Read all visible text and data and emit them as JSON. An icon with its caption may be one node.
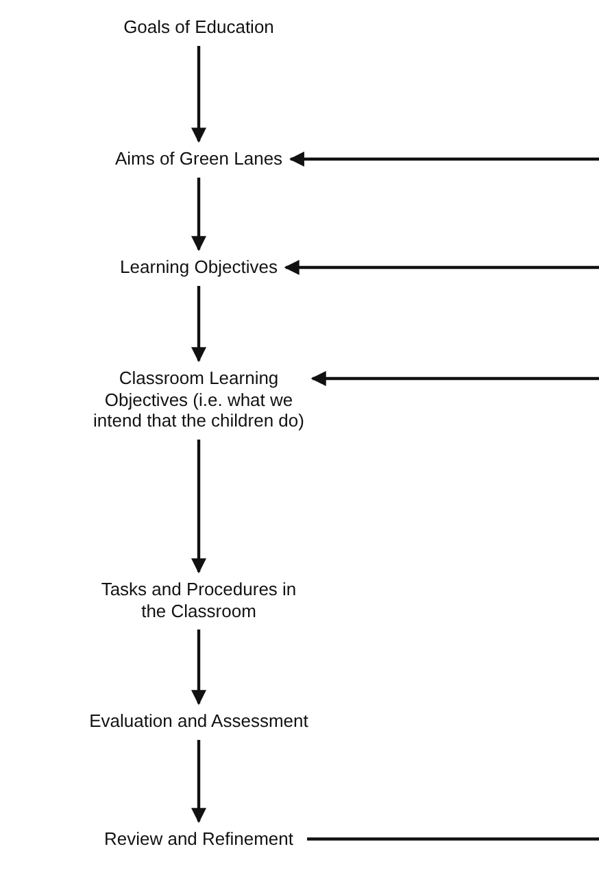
{
  "diagram": {
    "nodes": [
      {
        "text": [
          "Goals of Education"
        ]
      },
      {
        "text": [
          "Aims of Green Lanes"
        ]
      },
      {
        "text": [
          "Learning Objectives"
        ]
      },
      {
        "text": [
          "Classroom Learning Objectives (i.e. what we intend that the children do)"
        ]
      },
      {
        "text": [
          "Tasks and Procedures in the Classroom"
        ]
      },
      {
        "text": [
          "Evaluation and Assessment"
        ]
      },
      {
        "text": [
          "Review and Refinement"
        ]
      }
    ],
    "edges": [
      {
        "from": 0,
        "to": 1,
        "arrow": "to"
      },
      {
        "from": 1,
        "to": 2,
        "arrow": "to"
      },
      {
        "from": 2,
        "to": 3,
        "arrow": "to"
      },
      {
        "from": 3,
        "to": 4,
        "arrow": "to"
      },
      {
        "from": 4,
        "to": 5,
        "arrow": "to"
      },
      {
        "from": 5,
        "to": 6,
        "arrow": "to"
      },
      {
        "from": null,
        "to": 1,
        "arrow": "to"
      },
      {
        "from": null,
        "to": 2,
        "arrow": "to"
      },
      {
        "from": null,
        "to": 3,
        "arrow": "to"
      },
      {
        "from": 6,
        "to": null,
        "arrow": "none"
      }
    ]
  }
}
